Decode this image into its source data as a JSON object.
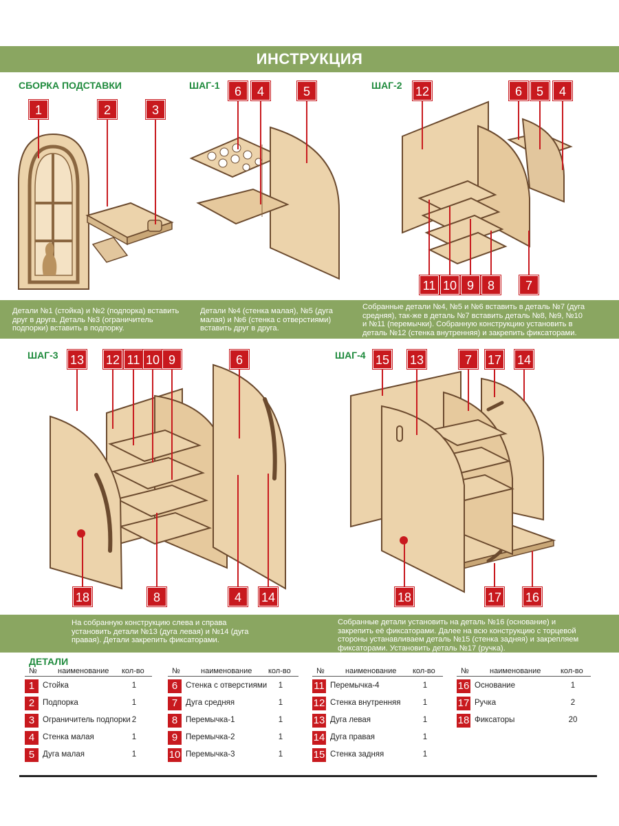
{
  "title": "ИНСТРУКЦИЯ",
  "sections": {
    "stand": {
      "title": "СБОРКА ПОДСТАВКИ",
      "parts": [
        "1",
        "2",
        "3"
      ],
      "text": [
        "Детали №1 (стойка) и №2 (подпорка) вставить",
        "друг в друга. Деталь №3 (ограничитель",
        "подпорки) вставить в подпорку."
      ]
    },
    "step1": {
      "title": "ШАГ-1",
      "parts": [
        "6",
        "4",
        "5"
      ],
      "text": [
        "Детали №4 (стенка малая), №5 (дуга",
        "малая) и №6 (стенка с отверстиями)",
        "вставить друг в друга."
      ]
    },
    "step2": {
      "title": "ШАГ-2",
      "parts_top": [
        "12",
        "6",
        "5",
        "4"
      ],
      "parts_bottom": [
        "11",
        "10",
        "9",
        "8",
        "7"
      ],
      "text": [
        "Собранные детали №4, №5 и №6 вставить в деталь №7 (дуга",
        "средняя), так-же в деталь №7 вставить деталь №8, №9, №10",
        "и №11 (перемычки). Собранную конструкцию установить в",
        "деталь №12 (стенка внутренняя) и закрепить фиксаторами."
      ]
    },
    "step3": {
      "title": "ШАГ-3",
      "parts_top": [
        "13",
        "12",
        "11",
        "10",
        "9",
        "6"
      ],
      "parts_bottom": [
        "18",
        "8",
        "4",
        "14"
      ],
      "text": [
        "На собранную конструкцию слева и справа",
        "установить детали №13 (дуга левая) и №14 (дуга",
        "правая). Детали закрепить фиксаторами."
      ]
    },
    "step4": {
      "title": "ШАГ-4",
      "parts_top": [
        "15",
        "13",
        "7",
        "17",
        "14"
      ],
      "parts_bottom": [
        "18",
        "17",
        "16"
      ],
      "text": [
        "Собранные детали установить на деталь №16 (основание) и",
        "закрепить её фиксаторами. Далее на всю конструкцию с торцевой",
        "стороны устанавливаем деталь №15 (стенка задняя) и закрепляем",
        "фиксаторами. Установить деталь №17 (ручка)."
      ]
    }
  },
  "details": {
    "title": "ДЕТАЛИ",
    "headers": {
      "num": "№",
      "name": "наименование",
      "qty": "кол-во"
    },
    "columns": [
      [
        {
          "num": "1",
          "name": "Стойка",
          "qty": "1"
        },
        {
          "num": "2",
          "name": "Подпорка",
          "qty": "1"
        },
        {
          "num": "3",
          "name": "Ограничитель подпорки",
          "qty": "2"
        },
        {
          "num": "4",
          "name": "Стенка малая",
          "qty": "1"
        },
        {
          "num": "5",
          "name": "Дуга малая",
          "qty": "1"
        }
      ],
      [
        {
          "num": "6",
          "name": "Стенка с отверстиями",
          "qty": "1"
        },
        {
          "num": "7",
          "name": "Дуга средняя",
          "qty": "1"
        },
        {
          "num": "8",
          "name": "Перемычка-1",
          "qty": "1"
        },
        {
          "num": "9",
          "name": "Перемычка-2",
          "qty": "1"
        },
        {
          "num": "10",
          "name": "Перемычка-3",
          "qty": "1"
        }
      ],
      [
        {
          "num": "11",
          "name": "Перемычка-4",
          "qty": "1"
        },
        {
          "num": "12",
          "name": "Стенка внутренняя",
          "qty": "1"
        },
        {
          "num": "13",
          "name": "Дуга левая",
          "qty": "1"
        },
        {
          "num": "14",
          "name": "Дуга правая",
          "qty": "1"
        },
        {
          "num": "15",
          "name": "Стенка задняя",
          "qty": "1"
        }
      ],
      [
        {
          "num": "16",
          "name": "Основание",
          "qty": "1"
        },
        {
          "num": "17",
          "name": "Ручка",
          "qty": "2"
        },
        {
          "num": "18",
          "name": "Фиксаторы",
          "qty": "20"
        }
      ]
    ]
  },
  "colors": {
    "band": "#8aa661",
    "badge": "#c8191e",
    "heading": "#1e8a3c",
    "wood": "#ecd3ab",
    "edge": "#6b4a2e"
  }
}
